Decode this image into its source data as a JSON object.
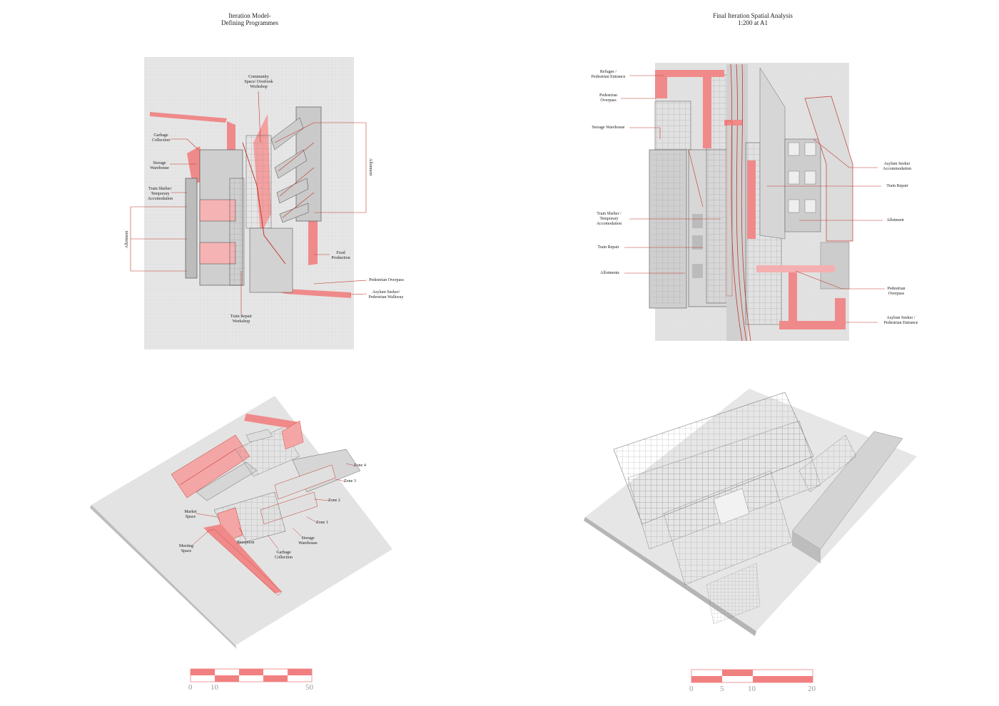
{
  "panels": {
    "top_left": {
      "title_line1": "Iteration Model-",
      "title_line2": "Defining Programmes",
      "labels": {
        "community": [
          "Community",
          "Space/ Overlook",
          "Workshop"
        ],
        "garbage": [
          "Garbage",
          "Collection"
        ],
        "storage": [
          "Storage",
          "Warehouse"
        ],
        "train_shelter": [
          "Train Shelter/",
          "Temporary",
          "Accomodation"
        ],
        "allotment_left": "Allotment",
        "allotment_right": "Allotment",
        "food": [
          "Food",
          "Production"
        ],
        "overpass": "Pedestrian Overpass",
        "asylum_walkway": [
          "Asylum Seeker/",
          "Pedestrian Walkway"
        ],
        "train_repair": [
          "Train Repair",
          "Workshop"
        ]
      }
    },
    "top_right": {
      "title_line1": "Final Iteration  Spatial Analysis",
      "title_line2": "1:200 at A1",
      "labels": {
        "refugee": [
          "Refugee /",
          "Pedestrian Entrance"
        ],
        "ped_overpass_top": [
          "Pedestrian",
          "Overpass"
        ],
        "storage": "Storage Warehouse",
        "train_shelter": [
          "Train Shelter /",
          "Temporary",
          "Accomodation"
        ],
        "train_repair_left": "Train Repair",
        "allotments": "Allotments",
        "asylum_accom": [
          "Asylum Seeker",
          "Accommodation"
        ],
        "train_repair_right": "Train Repair",
        "allotment_right": "Allotment",
        "ped_overpass_bottom": [
          "Pedestrian",
          "Overpass"
        ],
        "asylum_entrance": [
          "Asylum Seeker /",
          "Pedestrian Entrance"
        ]
      }
    },
    "bottom_left": {
      "labels": {
        "zone4": "Zone 4",
        "zone3": "Zone 3",
        "zone2": "Zone 2",
        "zone1": "Zone 1",
        "market": [
          "Market",
          "Space"
        ],
        "meeting": [
          "Meeting",
          "Space"
        ],
        "reception": "Reception",
        "garbage": [
          "Garbage",
          "Collection"
        ],
        "storage": [
          "Storage",
          "Warehouse"
        ]
      }
    }
  },
  "scale_bars": {
    "left": {
      "ticks": [
        "0",
        "10",
        "50"
      ]
    },
    "right": {
      "ticks": [
        "0",
        "5",
        "10",
        "20"
      ]
    }
  },
  "colors": {
    "accent": "#f08080",
    "model": "#d9d9d9",
    "line": "#c0392b"
  }
}
